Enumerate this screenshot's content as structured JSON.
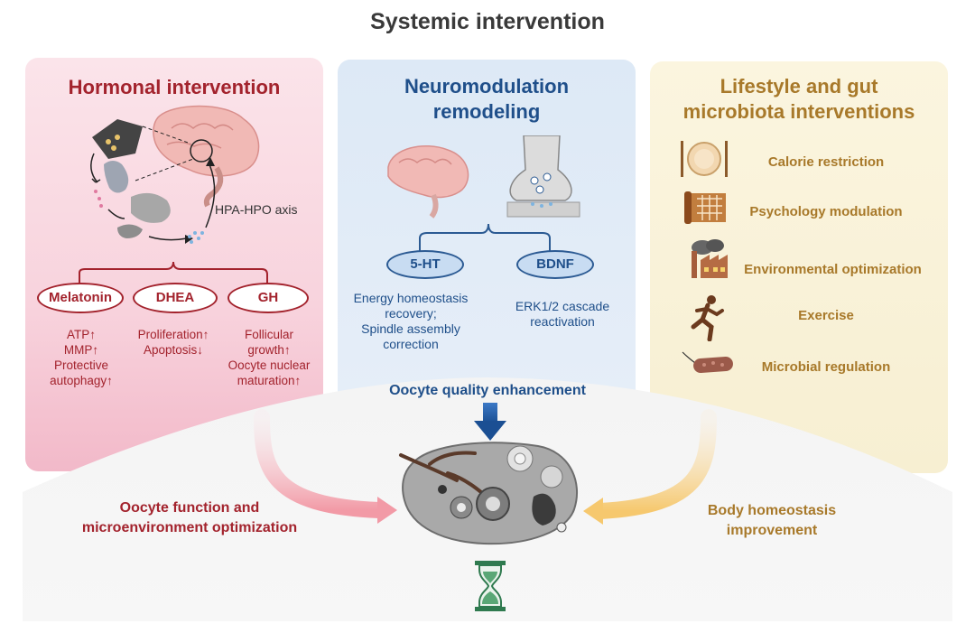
{
  "title": "Systemic intervention",
  "hormonal": {
    "heading": "Hormonal intervention",
    "axis_label": "HPA-HPO axis",
    "melatonin": {
      "label": "Melatonin",
      "effects": [
        "ATP↑",
        "MMP↑",
        "Protective",
        "autophagy↑"
      ]
    },
    "dhea": {
      "label": "DHEA",
      "effects": [
        "Proliferation↑",
        "Apoptosis↓"
      ]
    },
    "gh": {
      "label": "GH",
      "effects": [
        "Follicular",
        "growth↑",
        "Oocyte nuclear",
        "maturation↑"
      ]
    }
  },
  "neuro": {
    "heading_line1": "Neuromodulation",
    "heading_line2": "remodeling",
    "ht": {
      "label": "5-HT",
      "effects": [
        "Energy homeostasis",
        "recovery;",
        "Spindle assembly",
        "correction"
      ]
    },
    "bdnf": {
      "label": "BDNF",
      "effects": [
        "ERK1/2 cascade",
        "reactivation"
      ]
    }
  },
  "lifestyle": {
    "heading_line1": "Lifestyle and gut",
    "heading_line2": "microbiota interventions",
    "items": [
      {
        "label": "Calorie restriction",
        "icon": "plate-icon"
      },
      {
        "label": "Psychology modulation",
        "icon": "scroll-icon"
      },
      {
        "label": "Environmental optimization",
        "icon": "factory-icon"
      },
      {
        "label": "Exercise",
        "icon": "runner-icon"
      },
      {
        "label": "Microbial regulation",
        "icon": "bacteria-icon"
      }
    ]
  },
  "bottom": {
    "center_caption": "Oocyte quality enhancement",
    "left_caption_line1": "Oocyte function and",
    "left_caption_line2": "microenvironment optimization",
    "right_caption_line1": "Body homeostasis",
    "right_caption_line2": "improvement"
  },
  "colors": {
    "red": "#a3232d",
    "blue": "#1f4f8a",
    "gold": "#a8792a",
    "hourglass": "#2f7a4f"
  }
}
